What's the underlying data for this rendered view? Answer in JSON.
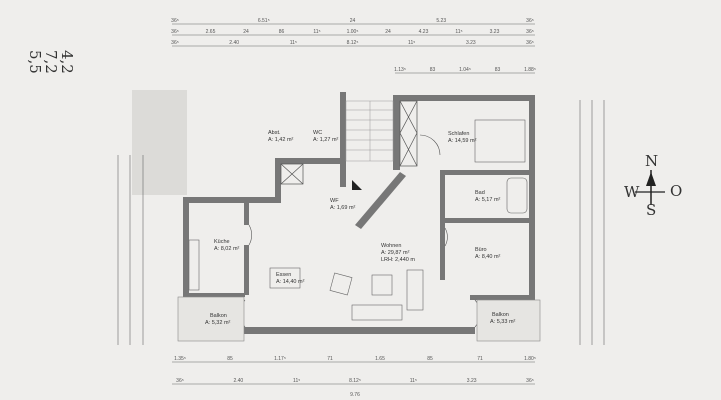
{
  "plan": {
    "rooms": [
      {
        "name": "Abst.",
        "area": "A: 1,42 m²"
      },
      {
        "name": "WC",
        "area": "A: 1,27 m²"
      },
      {
        "name": "Schlafen",
        "area": "A: 14,59 m²"
      },
      {
        "name": "Bad",
        "area": "A: 5,17 m²"
      },
      {
        "name": "WF",
        "area": "A: 1,69 m²"
      },
      {
        "name": "Küche",
        "area": "A: 8,02 m²"
      },
      {
        "name": "Wohnen",
        "area": "A:   29,87 m²",
        "extra": "LRH: 2,440 m"
      },
      {
        "name": "Büro",
        "area": "A: 8,40 m²"
      },
      {
        "name": "Essen",
        "area": "A: 14,40 m²"
      },
      {
        "name": "Balkon",
        "area": "A: 5,32 m²"
      },
      {
        "name": "Balkon",
        "area": "A: 5,33 m²"
      }
    ],
    "dims_top": [
      [
        "36⁵",
        "6.51⁵",
        "24",
        "5.23",
        "36⁵"
      ],
      [
        "36⁵",
        "2.65",
        "24",
        "86",
        "11⁵",
        "1.00⁵",
        "24",
        "4.23",
        "11⁵",
        "3.23",
        "36⁵"
      ],
      [
        "36⁵",
        "2.40",
        "11⁵",
        "8.12⁵",
        "11⁵",
        "3.23",
        "36⁵"
      ],
      [
        "1.13⁵",
        "83",
        "1.04⁵",
        "83",
        "1.88⁵"
      ]
    ],
    "dims_bottom": [
      [
        "1.35⁵",
        "85",
        "1.17⁵",
        "71",
        "1.65",
        "85",
        "71",
        "1.80⁵"
      ],
      [
        "36⁵",
        "2.40",
        "11⁵",
        "8.12⁵",
        "11⁵",
        "3.23",
        "36⁵"
      ],
      [
        "9.76"
      ]
    ],
    "compass": {
      "n": "N",
      "w": "W",
      "s": "S",
      "o": "O"
    },
    "handwritten": [
      "5,5",
      "7,2",
      "4,2"
    ]
  }
}
